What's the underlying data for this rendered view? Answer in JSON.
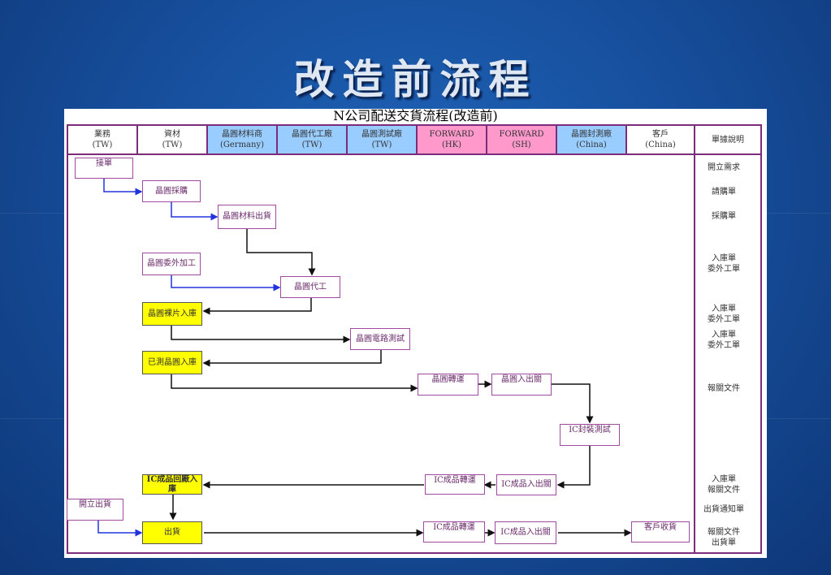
{
  "slide": {
    "title": "改造前流程"
  },
  "doc": {
    "title": "N公司配送交貨流程(改造前)"
  },
  "columns": [
    {
      "line1": "業務",
      "line2": "(TW)",
      "bg": "#ffffff"
    },
    {
      "line1": "資材",
      "line2": "(TW)",
      "bg": "#ffffff"
    },
    {
      "line1": "晶圓材料商",
      "line2": "(Germany)",
      "bg": "#99ccff"
    },
    {
      "line1": "晶圓代工廠",
      "line2": "(TW)",
      "bg": "#99ccff"
    },
    {
      "line1": "晶圓測試廠",
      "line2": "(TW)",
      "bg": "#99ccff"
    },
    {
      "line1": "FORWARD",
      "line2": "(HK)",
      "bg": "#ff99cc"
    },
    {
      "line1": "FORWARD",
      "line2": "(SH)",
      "bg": "#ff99cc"
    },
    {
      "line1": "晶圓封測廠",
      "line2": "(China)",
      "bg": "#99ccff"
    },
    {
      "line1": "客戶",
      "line2": "(China)",
      "bg": "#ffffff"
    },
    {
      "line1": "單據說明",
      "line2": "",
      "bg": "#ffffff"
    }
  ],
  "boxes": {
    "order": "接單",
    "wafer_purchase": "晶圓採購",
    "wafer_material_ship": "晶圓材料出貨",
    "wafer_outsourcing": "晶圓委外加工",
    "wafer_foundry": "晶圓代工",
    "bare_wafer_in": "晶圓裸片入庫",
    "wafer_circuit_test": "晶圓電路測試",
    "tested_wafer_in": "已測晶圓入庫",
    "wafer_transit": "晶圓轉運",
    "wafer_customs": "晶圓入出關",
    "ic_package_test": "IC封裝測試",
    "ic_return_in": "IC成品回廠入庫",
    "ic_transit_1": "IC成品轉運",
    "ic_customs_1": "IC成品入出關",
    "open_shipment": "開立出貨",
    "shipment": "出貨",
    "ic_transit_2": "IC成品轉運",
    "ic_customs_2": "IC成品入出關",
    "customer_receive": "客戶收貨"
  },
  "doc_notes": {
    "n1": "開立需求",
    "n2": "請購單",
    "n3": "採購單",
    "n4a": "入庫單",
    "n4b": "委外工單",
    "n5a": "入庫單",
    "n5b": "委外工單",
    "n6a": "入庫單",
    "n6b": "委外工單",
    "n7": "報關文件",
    "n8a": "入庫單",
    "n8b": "報關文件",
    "n9": "出貨通知單",
    "n10a": "報關文件",
    "n10b": "出貨單"
  },
  "colors": {
    "frame": "#7b2c7b",
    "blue_arrow": "#2233dd",
    "black_arrow": "#111111",
    "highlight_box": "#ffff00"
  }
}
